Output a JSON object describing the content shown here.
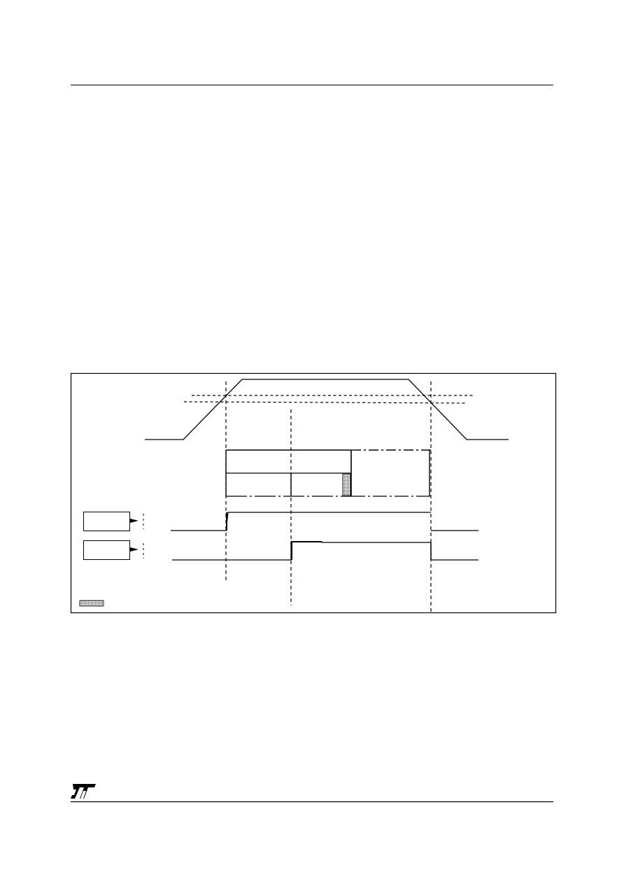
{
  "page": {
    "header_rule": true,
    "footer_rule": true,
    "footer_logo": "st-logo"
  },
  "figure": {
    "type": "timing-diagram",
    "frame": "bordered",
    "supply_waveform": "trapezoid-rise-plateau-fall",
    "threshold_lines": 2,
    "signal_rows": 2,
    "status_bar_segments": 4,
    "hatched_tick_marker": true,
    "figure_id_marker": "hatched-tag"
  },
  "colors": {
    "ink": "#000000",
    "paper": "#ffffff"
  }
}
